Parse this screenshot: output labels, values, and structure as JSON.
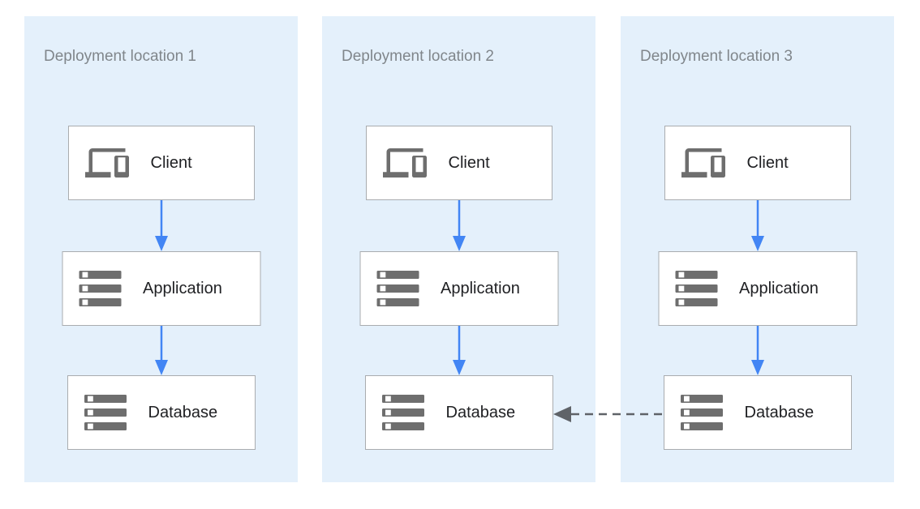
{
  "diagram": {
    "type": "architecture-diagram",
    "panels": [
      {
        "title": "Deployment location 1",
        "nodes": [
          {
            "label": "Client",
            "icon": "devices-icon"
          },
          {
            "label": "Application",
            "icon": "server-stack-icon"
          },
          {
            "label": "Database",
            "icon": "server-stack-icon"
          }
        ]
      },
      {
        "title": "Deployment location 2",
        "nodes": [
          {
            "label": "Client",
            "icon": "devices-icon"
          },
          {
            "label": "Application",
            "icon": "server-stack-icon"
          },
          {
            "label": "Database",
            "icon": "server-stack-icon"
          }
        ]
      },
      {
        "title": "Deployment location 3",
        "nodes": [
          {
            "label": "Client",
            "icon": "devices-icon"
          },
          {
            "label": "Application",
            "icon": "server-stack-icon"
          },
          {
            "label": "Database",
            "icon": "server-stack-icon"
          }
        ]
      }
    ],
    "connections": [
      {
        "panel": 1,
        "from": "Client",
        "to": "Application",
        "style": "solid",
        "direction": "down"
      },
      {
        "panel": 1,
        "from": "Application",
        "to": "Database",
        "style": "solid",
        "direction": "down"
      },
      {
        "panel": 2,
        "from": "Client",
        "to": "Application",
        "style": "solid",
        "direction": "down"
      },
      {
        "panel": 2,
        "from": "Application",
        "to": "Database",
        "style": "solid",
        "direction": "down"
      },
      {
        "panel": 3,
        "from": "Client",
        "to": "Application",
        "style": "solid",
        "direction": "down"
      },
      {
        "panel": 3,
        "from": "Application",
        "to": "Database",
        "style": "solid",
        "direction": "down"
      },
      {
        "from": "Database (location 3)",
        "to": "Database (location 2)",
        "style": "dashed",
        "direction": "left"
      }
    ],
    "colors": {
      "panel_background": "#E4F0FB",
      "panel_title_text": "#80868B",
      "node_background": "#FFFFFF",
      "node_border": "#A9ACAF",
      "node_label_text": "#202124",
      "icon_gray": "#6E6E6E",
      "icon_cutout": "#FFFFFF",
      "flow_arrow_blue": "#4285F4",
      "replication_arrow_gray": "#5F6368"
    }
  }
}
